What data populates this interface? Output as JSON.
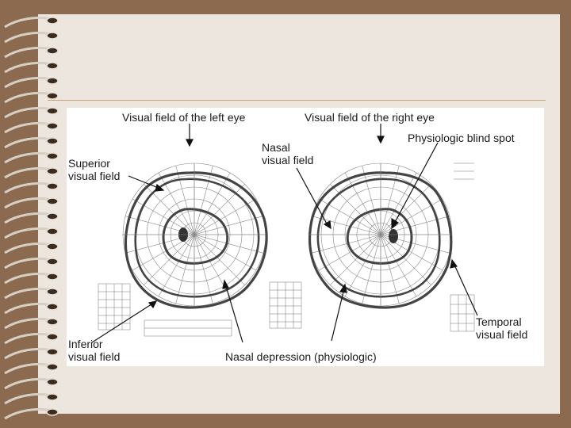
{
  "labels": {
    "left_eye_title": "Visual field of the left eye",
    "right_eye_title": "Visual field of the right eye",
    "superior": "Superior\nvisual field",
    "nasal": "Nasal\nvisual field",
    "blind_spot": "Physiologic blind spot",
    "inferior": "Inferior\nvisual field",
    "nasal_depression": "Nasal depression (physiologic)",
    "temporal": "Temporal\nvisual field"
  },
  "colors": {
    "background": "#8b6a50",
    "paper": "#ece6de",
    "rule": "#c9a27a",
    "ink": "#1a1a1a"
  }
}
